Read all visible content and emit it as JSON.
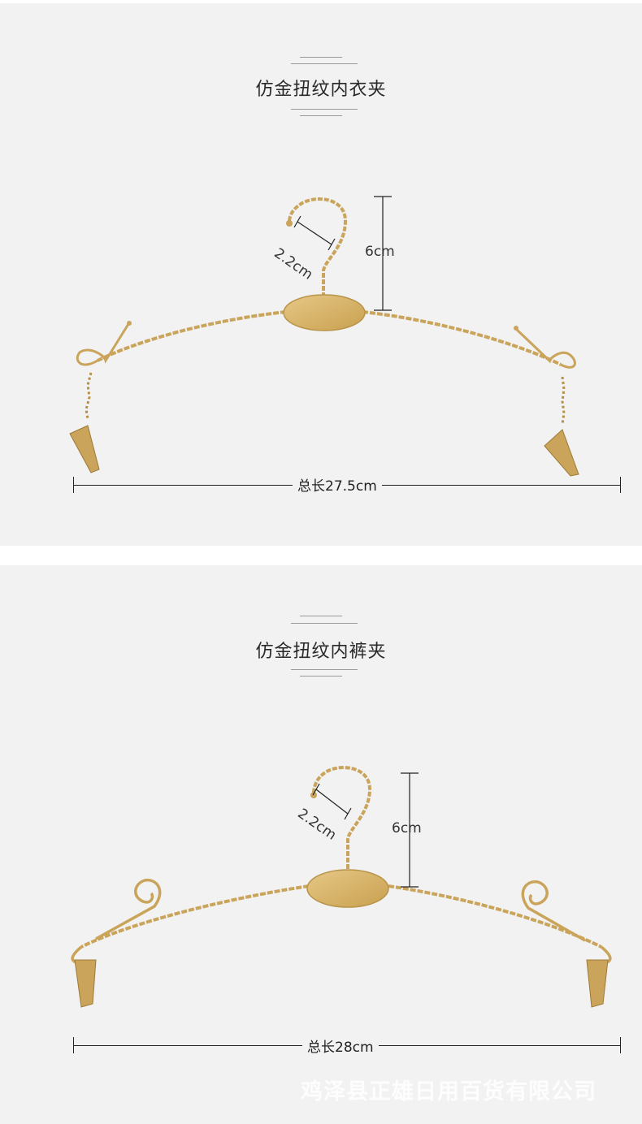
{
  "products": [
    {
      "title": "仿金扭纹内衣夹",
      "hook_width": "2.2cm",
      "hook_height": "6cm",
      "total_length": "总长27.5cm"
    },
    {
      "title": "仿金扭纹内裤夹",
      "hook_width": "2.2cm",
      "hook_height": "6cm",
      "total_length": "总长28cm"
    }
  ],
  "watermark": "鸡泽县正雄日用百货有限公司",
  "colors": {
    "background_panel": "#f2f2f2",
    "gold": "#c9a45a",
    "gold_dark": "#9d7a36",
    "plate": "#d8b568"
  }
}
